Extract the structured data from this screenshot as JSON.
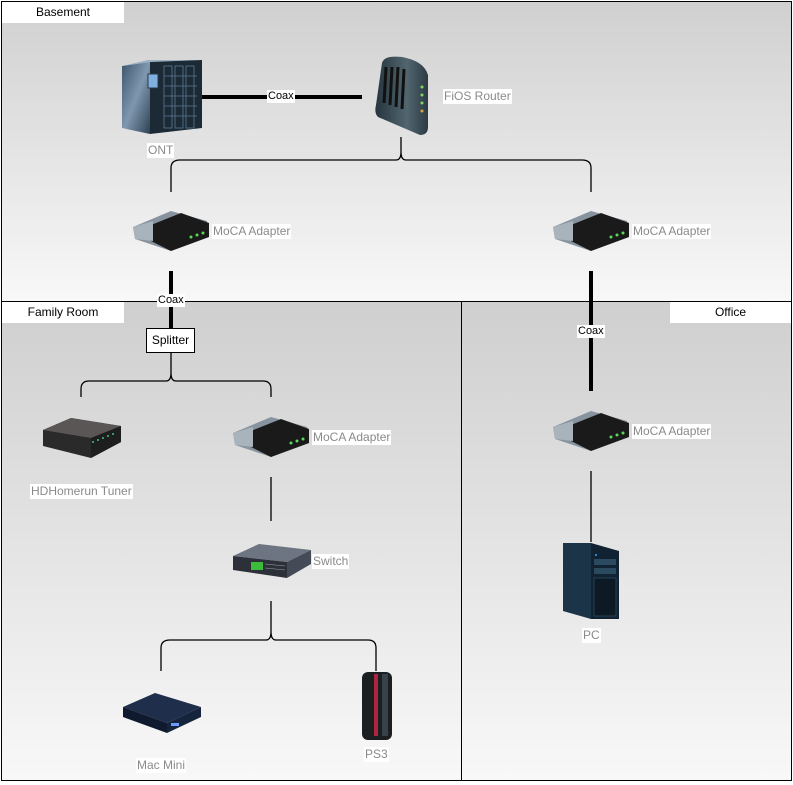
{
  "regions": {
    "basement": "Basement",
    "family_room": "Family Room",
    "office": "Office"
  },
  "devices": {
    "ont": {
      "label": "ONT",
      "icon": "server-rack-icon"
    },
    "fios_router": {
      "label": "FiOS Router",
      "icon": "router-icon"
    },
    "moca_basement_left": {
      "label": "MoCA Adapter",
      "icon": "moca-adapter-icon"
    },
    "moca_basement_right": {
      "label": "MoCA Adapter",
      "icon": "moca-adapter-icon"
    },
    "splitter": {
      "label": "Splitter"
    },
    "hdhomerun": {
      "label": "HDHomerun Tuner",
      "icon": "tuner-box-icon"
    },
    "moca_family": {
      "label": "MoCA Adapter",
      "icon": "moca-adapter-icon"
    },
    "switch": {
      "label": "Switch",
      "icon": "network-switch-icon"
    },
    "mac_mini": {
      "label": "Mac Mini",
      "icon": "mac-mini-icon"
    },
    "ps3": {
      "label": "PS3",
      "icon": "game-console-icon"
    },
    "moca_office": {
      "label": "MoCA Adapter",
      "icon": "moca-adapter-icon"
    },
    "pc": {
      "label": "PC",
      "icon": "desktop-tower-icon"
    }
  },
  "links": {
    "ont_router": "Coax",
    "basement_family": "Coax",
    "basement_office": "Coax"
  }
}
